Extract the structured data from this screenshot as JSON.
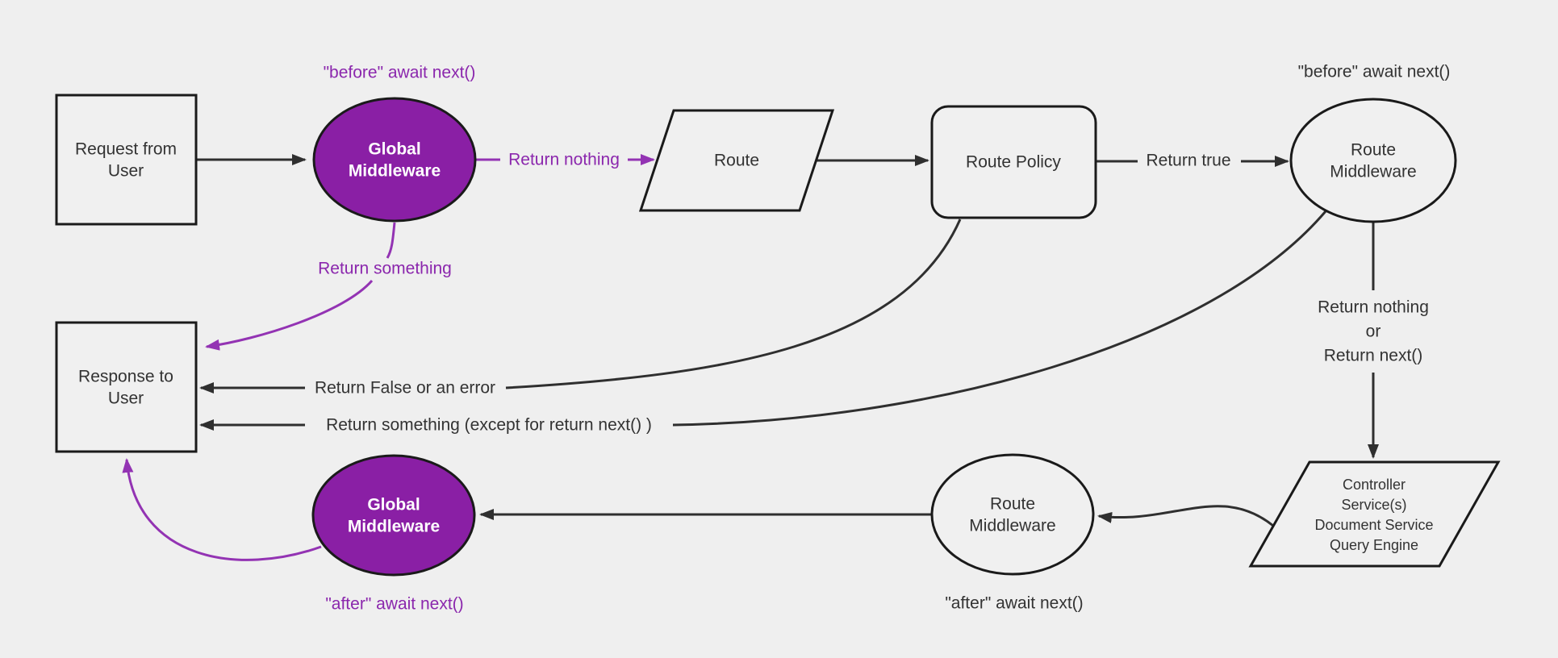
{
  "diagram": {
    "background_color": "#efefef",
    "purple_fill": "#8a1fa5",
    "purple_line": "#9333b3",
    "purple_text": "#8b27ad",
    "line_color": "#2f2f2f",
    "text_color": "#333333",
    "nodes": {
      "request": {
        "lines": [
          "Request from",
          "User"
        ]
      },
      "global_middleware_top": {
        "lines": [
          "Global",
          "Middleware"
        ]
      },
      "route": {
        "label": "Route"
      },
      "route_policy": {
        "label": "Route Policy"
      },
      "route_middleware_top": {
        "lines": [
          "Route",
          "Middleware"
        ]
      },
      "controller": {
        "lines": [
          "Controller",
          "Service(s)",
          "Document Service",
          "Query Engine"
        ]
      },
      "route_middleware_bottom": {
        "lines": [
          "Route",
          "Middleware"
        ]
      },
      "global_middleware_bottom": {
        "lines": [
          "Global",
          "Middleware"
        ]
      },
      "response": {
        "lines": [
          "Response to",
          "User"
        ]
      }
    },
    "annotations": {
      "before_await_next": "\"before\" await next()",
      "after_await_next": "\"after\" await next()"
    },
    "edge_labels": {
      "return_nothing": "Return nothing",
      "return_true": "Return true",
      "return_nothing_or": {
        "lines": [
          "Return nothing",
          "or",
          "Return next()"
        ]
      },
      "return_false_or_error": "Return False or an error",
      "return_something_except": "Return something (except for return next() )",
      "return_something": "Return something"
    }
  }
}
